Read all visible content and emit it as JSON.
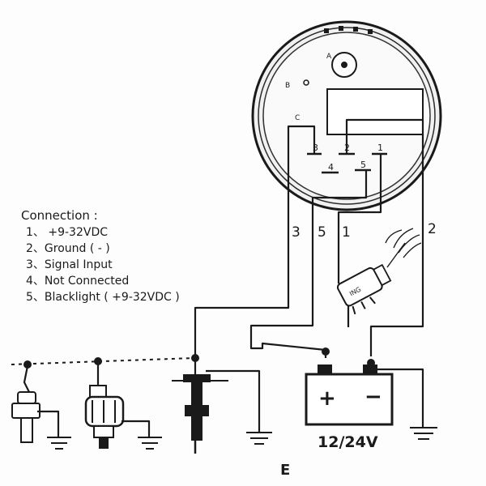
{
  "legend": {
    "title": "Connection :",
    "items": [
      "1、 +9-32VDC",
      "2、Ground ( - )",
      "3、Signal Input",
      "4、Not Connected",
      "5、Blacklight ( +9-32VDC )"
    ]
  },
  "gauge": {
    "face_letters": {
      "a": "A",
      "b": "B",
      "c": "C"
    },
    "terminals": {
      "t1": "1",
      "t2": "2",
      "t3": "3",
      "t4": "4",
      "t5": "5"
    }
  },
  "wire_labels": {
    "w3": "3",
    "w5": "5",
    "w1": "1",
    "w2": "2"
  },
  "ignition": {
    "label": "ING"
  },
  "battery": {
    "plus": "+",
    "minus": "−",
    "voltage": "12/24V"
  },
  "footer": {
    "letter": "E"
  }
}
